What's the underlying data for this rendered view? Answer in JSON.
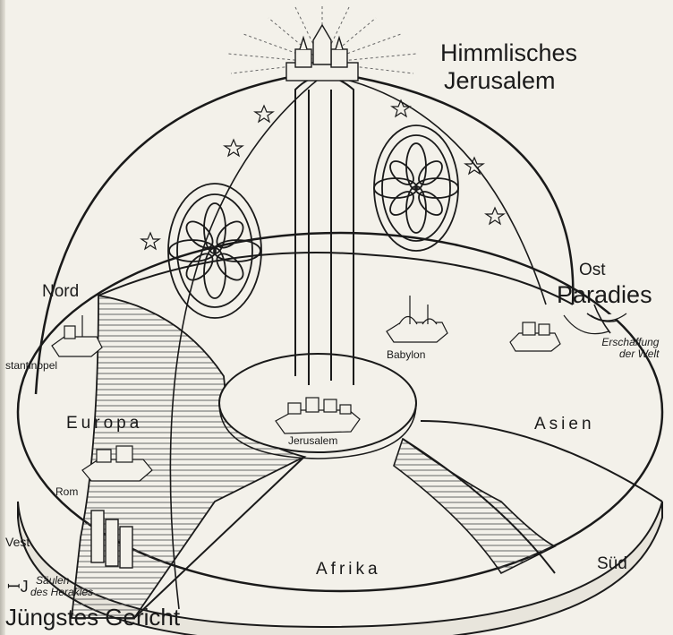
{
  "title": {
    "line1": "Himmlisches",
    "line2": "Jerusalem"
  },
  "directions": {
    "north": "Nord",
    "east": "Ost",
    "south": "Süd",
    "west": "Vest"
  },
  "paradise": "Paradies",
  "creation": {
    "line1": "Erschaffung",
    "line2": "der Welt"
  },
  "cities": {
    "constantinople": "stantinopel",
    "rome": "Rom",
    "jerusalem": "Jerusalem",
    "babylon": "Babylon"
  },
  "continents": {
    "europe": "Europa",
    "asia": "Asien",
    "africa": "Afrika"
  },
  "pillars": {
    "glyph": "ꟷJ",
    "line1": "Säulen",
    "line2": "des Herakles"
  },
  "last_judgement": "Jüngstes Gericht",
  "colors": {
    "paper": "#f3f1ea",
    "ink": "#1a1a1a"
  }
}
